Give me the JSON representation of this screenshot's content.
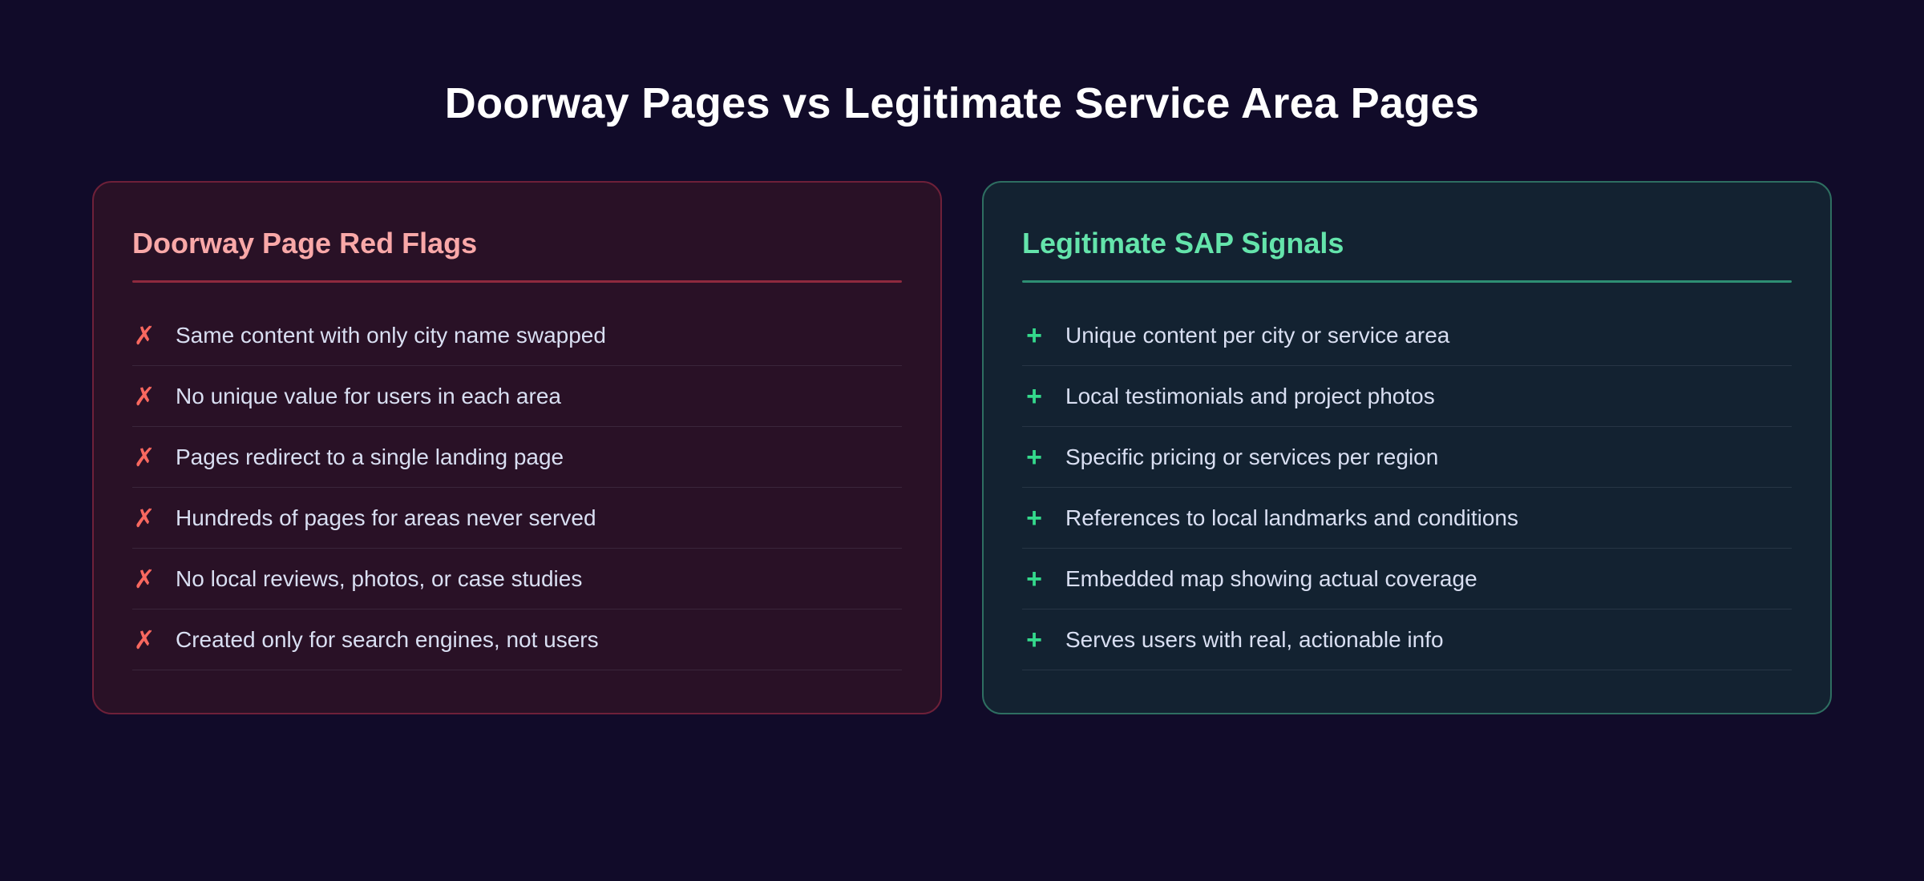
{
  "page": {
    "title": "Doorway Pages vs Legitimate Service Area Pages",
    "background_color": "#110b29",
    "title_color": "#ffffff"
  },
  "cards": [
    {
      "id": "doorway-red-flags",
      "title": "Doorway Page Red Flags",
      "icon": "✗",
      "icon_name": "x-mark-icon",
      "accent_color": "#f9a8a8",
      "icon_color": "#f8685f",
      "border_color": "#6e2039",
      "background_color": "#291126",
      "divider_color": "#8e2a3e",
      "items": [
        "Same content with only city name swapped",
        "No unique value for users in each area",
        "Pages redirect to a single landing page",
        "Hundreds of pages for areas never served",
        "No local reviews, photos, or case studies",
        "Created only for search engines, not users"
      ]
    },
    {
      "id": "legitimate-sap-signals",
      "title": "Legitimate SAP Signals",
      "icon": "+",
      "icon_name": "plus-icon",
      "accent_color": "#64e4ab",
      "icon_color": "#34d98c",
      "border_color": "#2e6e61",
      "background_color": "#132231",
      "divider_color": "#2e8f73",
      "items": [
        "Unique content per city or service area",
        "Local testimonials and project photos",
        "Specific pricing or services per region",
        "References to local landmarks and conditions",
        "Embedded map showing actual coverage",
        "Serves users with real, actionable info"
      ]
    }
  ]
}
